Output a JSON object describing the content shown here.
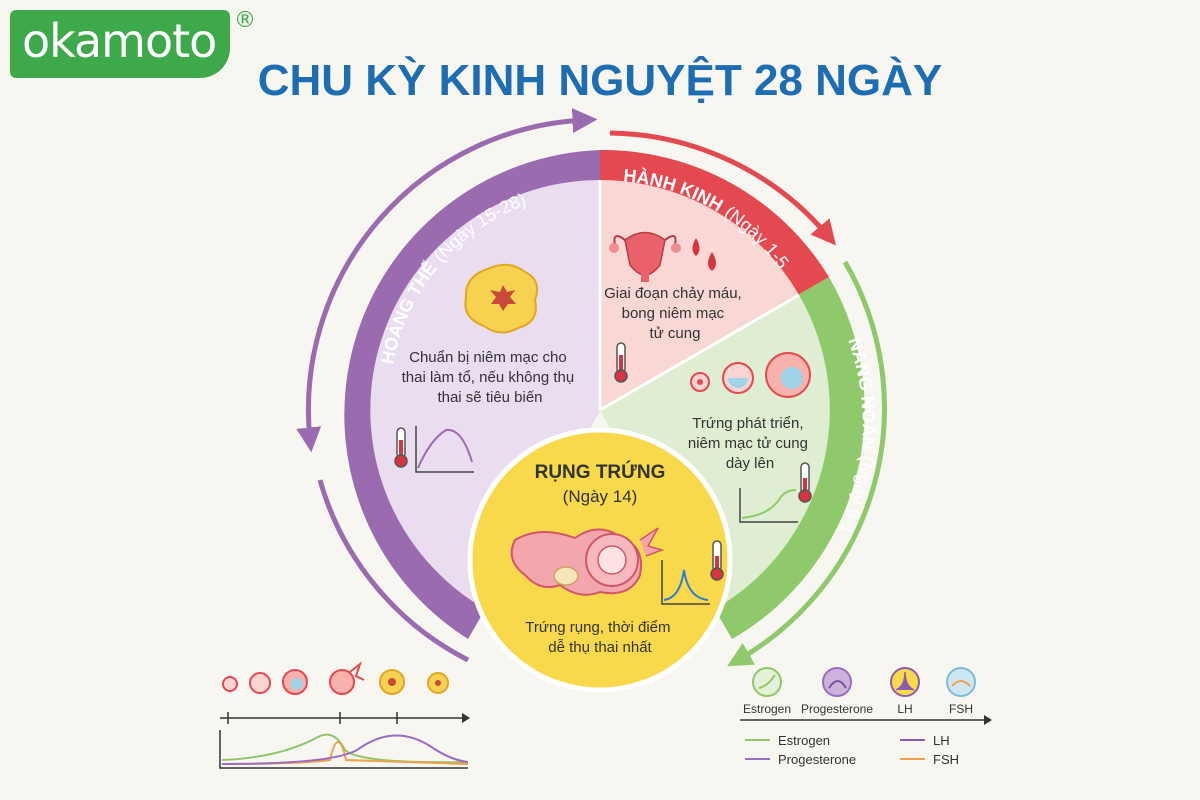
{
  "brand": {
    "logo_text": "okamoto",
    "registered_mark": "®"
  },
  "title": "CHU KỲ KINH NGUYỆT 28 NGÀY",
  "phases": {
    "menstruation": {
      "name": "HÀNH KINH",
      "days": "(Ngày 1-5)",
      "description": [
        "Giai đoạn chảy máu,",
        "bong niêm mạc",
        "tử cung"
      ],
      "color": "#e4494f"
    },
    "follicular": {
      "name": "NANG NOÃN",
      "days": "(Ngày 6-14)",
      "description": [
        "Trứng phát triển,",
        "niêm mạc tử cung",
        "dày lên"
      ],
      "color": "#8fc96c"
    },
    "ovulation": {
      "name": "RỤNG TRỨNG",
      "days": "(Ngày 14)",
      "description": [
        "Trứng rụng, thời điểm",
        "dễ thụ thai nhất"
      ],
      "color": "#f7d94b"
    },
    "luteal": {
      "name": "HOÀNG THỂ",
      "days": "(Ngày 15-28)",
      "description": [
        "Chuẩn bị niêm mạc cho",
        "thai làm tổ, nếu không thụ",
        "thai sẽ tiêu biến"
      ],
      "color": "#9b6bb0"
    }
  },
  "hormone_icons": [
    "Estrogen",
    "Progesterone",
    "LH",
    "FSH"
  ],
  "legend": [
    {
      "label": "Estrogen",
      "color": "#8ec66a"
    },
    {
      "label": "LH",
      "color": "#8e5cae"
    },
    {
      "label": "Progesterone",
      "color": "#9c6cc0"
    },
    {
      "label": "FSH",
      "color": "#f0a04a"
    }
  ],
  "icons": [
    "uterus-icon",
    "blood-drop-icon",
    "thermometer-icon",
    "follicle-icon",
    "corpus-luteum-icon",
    "ovary-icon",
    "hormone-curve-icon"
  ]
}
